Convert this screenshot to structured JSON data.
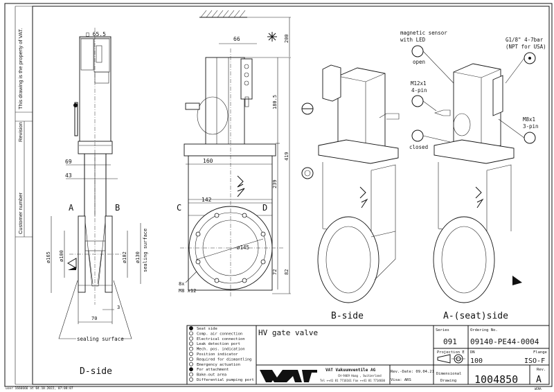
{
  "margin": {
    "property_note": "This drawing is the property of VAT.",
    "revision_label": "Revision",
    "customer_number_label": "Customer number",
    "footer_user": "user 1666666 at 04.10.2022, 07:08:07"
  },
  "views": {
    "d_side": {
      "title": "D-side",
      "label_a": "A",
      "label_b": "B",
      "dim_width": "□ 65.5",
      "dim_69": "69",
      "dim_43": "43",
      "dim_165": "ø165",
      "dim_100": "ø100",
      "dim_102": "ø102",
      "dim_130": "ø130",
      "sealing_surface_vertical": "sealing surface",
      "dim_3": "3",
      "dim_70": "70",
      "sealing_surface": "sealing surface"
    },
    "front": {
      "label_c": "C",
      "label_d": "D",
      "dim_66": "66",
      "dim_200": "200",
      "dim_180_5": "180.5",
      "dim_419": "419",
      "dim_160": "160",
      "dim_239": "239",
      "dim_142": "142",
      "dim_145": "ø145",
      "dim_72": "72",
      "dim_82": "82",
      "holes_line1": "8x",
      "holes_line2": "M8 x12"
    },
    "b_side": {
      "title": "B-side"
    },
    "a_side": {
      "title": "A-(seat)side",
      "magnetic_sensor_line1": "magnetic sensor",
      "magnetic_sensor_line2": "with LED",
      "open": "open",
      "m12_line1": "M12x1",
      "m12_line2": "4-pin",
      "closed": "closed",
      "air_line1": "G1/8\" 4-7bar",
      "air_line2": "(NPT for USA)",
      "m8_line1": "M8x1",
      "m8_line2": "3-pin"
    }
  },
  "legend": [
    {
      "icon": "seat-side-icon",
      "label": "Seat side"
    },
    {
      "icon": "air-connection-icon",
      "label": "Comp. air connection"
    },
    {
      "icon": "electrical-connection-icon",
      "label": "Electrical connection"
    },
    {
      "icon": "leak-detection-icon",
      "label": "Leak detection port"
    },
    {
      "icon": "mech-pos-icon",
      "label": "Mech. pos. indication"
    },
    {
      "icon": "position-indicator-icon",
      "label": "Position indicator"
    },
    {
      "icon": "dismantling-icon",
      "label": "Required for dismantling"
    },
    {
      "icon": "emergency-icon",
      "label": "Emergency actuation"
    },
    {
      "icon": "attachment-icon",
      "label": "For attachment"
    },
    {
      "icon": "bake-out-icon",
      "label": "Bake-out area"
    },
    {
      "icon": "differential-pumping-icon",
      "label": "Differential pumping port"
    }
  ],
  "title_block": {
    "title": "HV gate valve",
    "company": "VAT Vakuumventile AG",
    "address": "CH-9469 Haag , Switzerland",
    "phone": "Tel ++41 81 7716161 Fax ++41 81 7714830",
    "logo_text": "VAT",
    "rev_date": "Rev.-Date: 09.04.21",
    "visa": "Visa: ARS",
    "series_label": "Series",
    "series": "091",
    "ordering_label": "Ordering No.",
    "ordering_no": "09140-PE44-0004",
    "projection_label": "Projection E",
    "dn_label": "DN",
    "dn": "100",
    "flange_label": "Flange",
    "flange": "ISO-F",
    "doc_type_line1": "Dimensional",
    "doc_type_line2": "Drawing",
    "drawing_no": "1004850",
    "rev_label": "Rev.",
    "rev": "A",
    "format": "WEMA"
  }
}
